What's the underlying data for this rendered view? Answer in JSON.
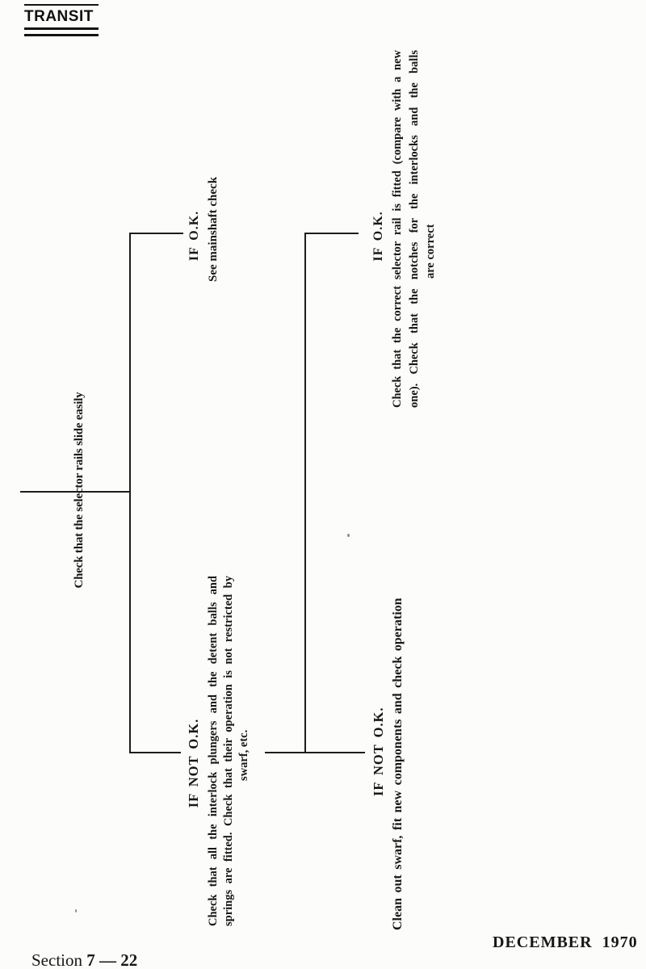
{
  "header": {
    "logo_text": "TRANSIT"
  },
  "flowchart": {
    "start_node": "Check that the selector rails slide easily",
    "branch1": {
      "ok_label": "IF O.K.",
      "ok_action": "See mainshaft check",
      "not_ok_label": "IF NOT O.K.",
      "not_ok_action_lines": [
        "Check that all the interlock plungers and the detent balls and",
        "springs are fitted.  Check that their operation is not restricted by",
        "swarf, etc."
      ]
    },
    "branch2": {
      "ok_label": "IF O.K.",
      "ok_action_lines": [
        "Check that the correct selector rail is fitted (compare with a new",
        "one).  Check that the notches for the interlocks and the balls",
        "are correct"
      ],
      "not_ok_label": "IF NOT O.K.",
      "not_ok_action": "Clean out swarf, fit new components and check operation"
    }
  },
  "footer": {
    "section_label": "Section ",
    "section_number": "7 — 22",
    "date": "DECEMBER  1970"
  }
}
